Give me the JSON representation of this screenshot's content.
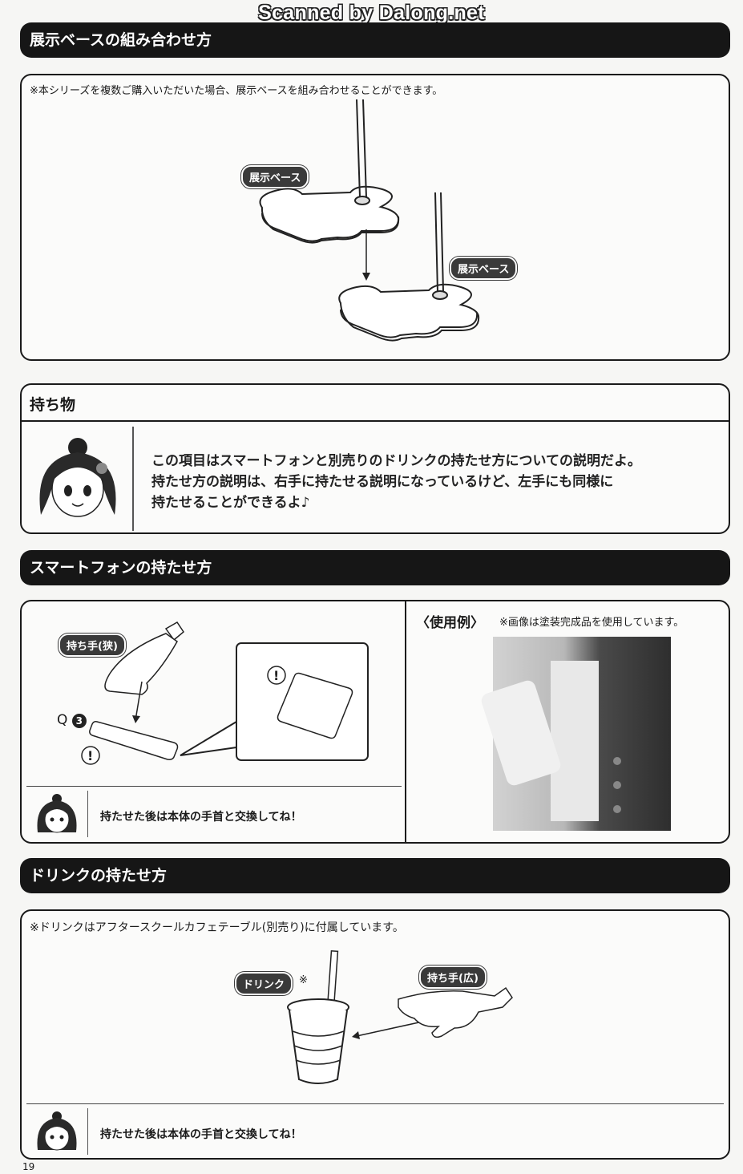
{
  "watermark": "Scanned by Dalong.net",
  "sections": {
    "base": {
      "title": "展示ベースの組み合わせ方",
      "note": "※本シリーズを複数ご購入いただいた場合、展示ベースを組み合わせることができます。",
      "label_top": "展示ベース",
      "label_bottom": "展示ベース"
    },
    "items": {
      "title": "持ち物",
      "line1": "この項目はスマートフォンと別売りのドリンクの持たせ方についての説明だよ。",
      "line2": "持たせ方の説明は、右手に持たせる説明になっているけど、左手にも同様に",
      "line3": "持たせることができるよ♪"
    },
    "phone": {
      "title": "スマートフォンの持たせ方",
      "hand_label": "持ち手(狭)",
      "part_prefix": "Q",
      "part_number": "3",
      "warning": "!",
      "tip": "持たせた後は本体の手首と交換してね！",
      "example_title": "〈使用例〉",
      "example_note": "※画像は塗装完成品を使用しています。"
    },
    "drink": {
      "title": "ドリンクの持たせ方",
      "note": "※ドリンクはアフタースクールカフェテーブル(別売り)に付属しています。",
      "drink_label": "ドリンク",
      "drink_mark": "※",
      "hand_label": "持ち手(広)",
      "tip": "持たせた後は本体の手首と交換してね！"
    }
  },
  "page_number": "19",
  "colors": {
    "bar": "#161616",
    "tag": "#3a3a3a",
    "page": "#f6f6f4"
  }
}
